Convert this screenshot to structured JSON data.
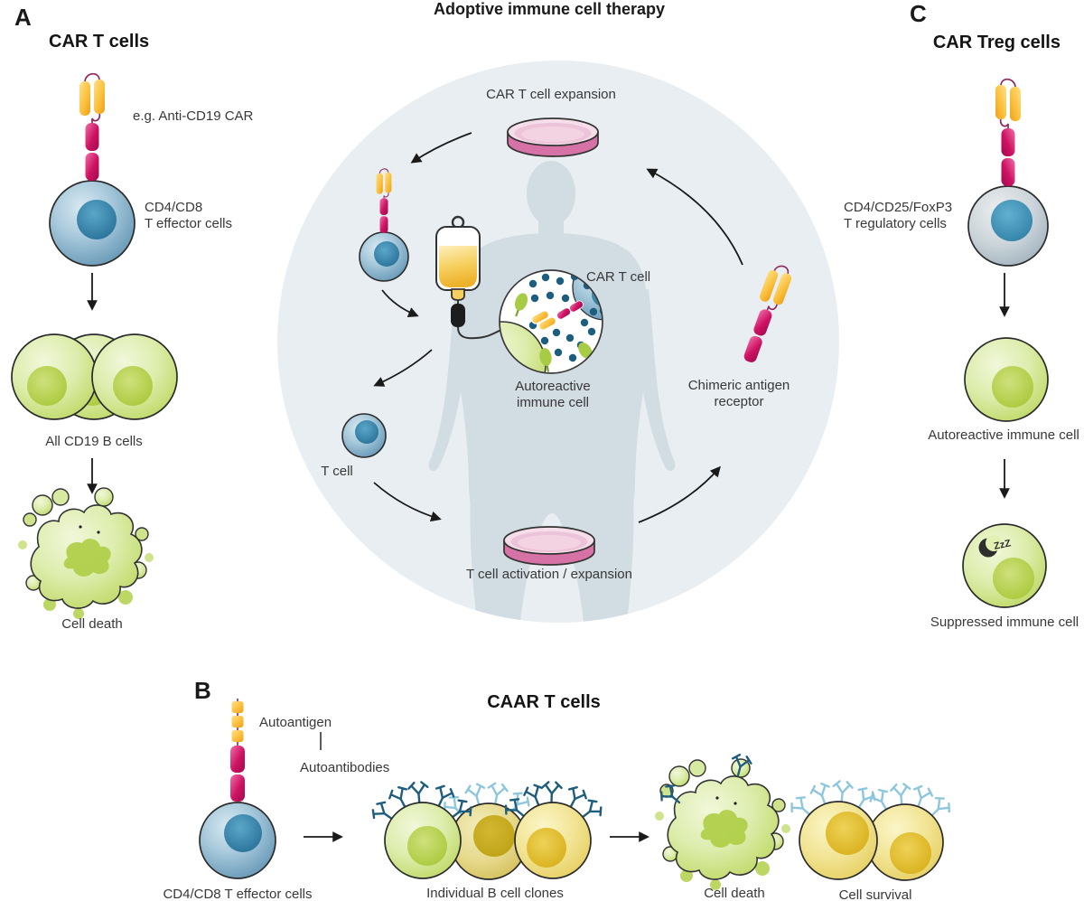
{
  "figure": {
    "title": "Adoptive immune cell therapy"
  },
  "panel_a": {
    "letter": "A",
    "heading": "CAR T cells",
    "receptor_note": "e.g. Anti-CD19 CAR",
    "cell_line1": "CD4/CD8",
    "cell_line2": "T effector cells",
    "targets_label": "All CD19 B cells",
    "outcome_label": "Cell death"
  },
  "panel_b": {
    "letter": "B",
    "heading": "CAAR T cells",
    "autoantigen": "Autoantigen",
    "autoantibodies": "Autoantibodies",
    "effector_cells": "CD4/CD8 T effector cells",
    "clones_label": "Individual B cell clones",
    "death_label": "Cell death",
    "survival_label": "Cell survival"
  },
  "panel_c": {
    "letter": "C",
    "heading": "CAR Treg cells",
    "cell_line1": "CD4/CD25/FoxP3",
    "cell_line2": "T regulatory cells",
    "autoreactive_label": "Autoreactive immune cell",
    "suppressed_label": "Suppressed immune cell",
    "sleep_zzz": "ZzZ"
  },
  "cycle": {
    "expansion_label": "CAR T cell expansion",
    "car_t_cell": "CAR T cell",
    "autoreactive_line1": "Autoreactive",
    "autoreactive_line2": "immune cell",
    "receptor_line1": "Chimeric antigen",
    "receptor_line2": "receptor",
    "t_cell": "T cell",
    "activation_label": "T cell activation / expansion"
  },
  "colors": {
    "background_circle": "#e8eef1",
    "silhouette": "#d2dce3",
    "t_cell_blue": "#6d9cb8",
    "nucleus_teal": "#2e7ba3",
    "autoreactive_green": "#bcd75f",
    "b_cell_yellow": "#e8d265",
    "receptor_magenta": "#c9115f",
    "receptor_yellow": "#f9b72c",
    "petri_pink": "#d672a6",
    "iv_fluid_yellow": "#f6cf5e",
    "antibody_dark_blue": "#1e5d7d",
    "antibody_light_blue": "#8ec7dd",
    "text": "#383838"
  }
}
